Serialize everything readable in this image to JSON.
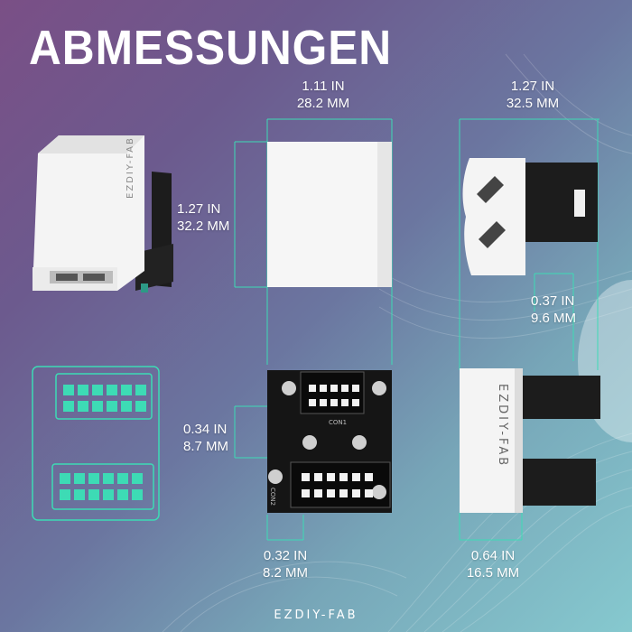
{
  "title": "ABMESSUNGEN",
  "dimensions": {
    "top_width": {
      "in": "1.11 IN",
      "mm": "28.2 MM"
    },
    "side_width": {
      "in": "1.27 IN",
      "mm": "32.5 MM"
    },
    "height": {
      "in": "1.27 IN",
      "mm": "32.2 MM"
    },
    "offset_top": {
      "in": "0.37 IN",
      "mm": "9.6 MM"
    },
    "pcb_pin": {
      "in": "0.34 IN",
      "mm": "8.7 MM"
    },
    "pcb_gap": {
      "in": "0.32 IN",
      "mm": "8.2 MM"
    },
    "depth": {
      "in": "0.64 IN",
      "mm": "16.5 MM"
    }
  },
  "product_label": "EZDIY-FAB",
  "pcb_labels": {
    "con1": "CON1",
    "con2": "CON2"
  },
  "brand": "EZDIY-FAB",
  "colors": {
    "accent": "#3ddbb5",
    "title": "#ffffff",
    "product": "#f4f4f4"
  }
}
